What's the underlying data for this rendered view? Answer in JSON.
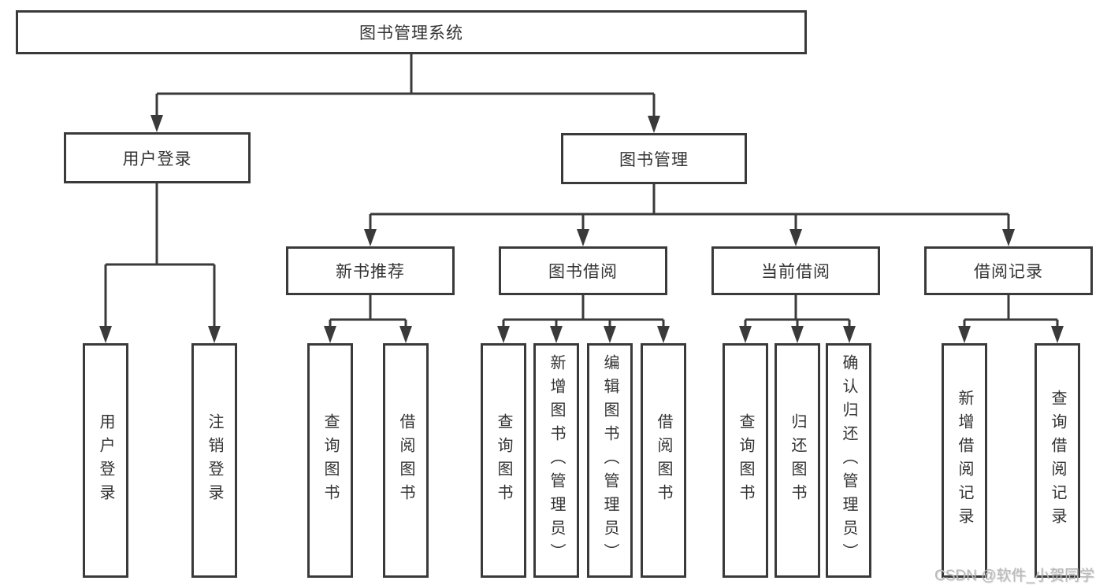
{
  "diagram": {
    "title": "图书管理系统",
    "nodes": {
      "root": {
        "label": "图书管理系统"
      },
      "level2": [
        {
          "label": "用户登录"
        },
        {
          "label": "图书管理"
        }
      ],
      "level3": [
        {
          "label": "新书推荐",
          "parent": "图书管理"
        },
        {
          "label": "图书借阅",
          "parent": "图书管理"
        },
        {
          "label": "当前借阅",
          "parent": "图书管理"
        },
        {
          "label": "借阅记录",
          "parent": "图书管理"
        }
      ],
      "leaves": [
        {
          "label": "用户登录",
          "parent": "用户登录"
        },
        {
          "label": "注销登录",
          "parent": "用户登录"
        },
        {
          "label": "查询图书",
          "parent": "新书推荐"
        },
        {
          "label": "借阅图书",
          "parent": "新书推荐"
        },
        {
          "label": "查询图书",
          "parent": "图书借阅"
        },
        {
          "label": "新增图书（管理员）",
          "parent": "图书借阅"
        },
        {
          "label": "编辑图书（管理员）",
          "parent": "图书借阅"
        },
        {
          "label": "借阅图书",
          "parent": "图书借阅"
        },
        {
          "label": "查询图书",
          "parent": "当前借阅"
        },
        {
          "label": "归还图书",
          "parent": "当前借阅"
        },
        {
          "label": "确认归还（管理员）",
          "parent": "当前借阅"
        },
        {
          "label": "新增借阅记录",
          "parent": "借阅记录"
        },
        {
          "label": "查询借阅记录",
          "parent": "借阅记录"
        }
      ]
    },
    "watermark": "CSDN @软件_小贺同学",
    "colors": {
      "line": "#3a3a3a",
      "text": "#333333",
      "box_background": "#ffffff",
      "watermark": "#b9b9b9"
    }
  }
}
